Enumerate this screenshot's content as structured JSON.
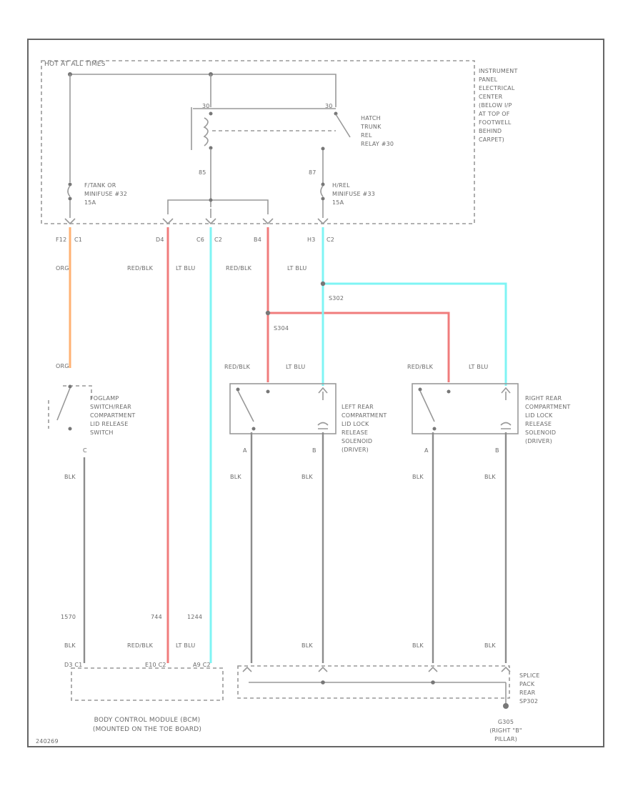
{
  "colors": {
    "orange": "#ffb273",
    "red": "#f07c7c",
    "cyan": "#7ff4f4",
    "gray": "#999999"
  },
  "labels": {
    "hot": "HOT AT ALL TIMES",
    "ipec": [
      "INSTRUMENT",
      "PANEL",
      "ELECTRICAL",
      "CENTER",
      "(BELOW I/P",
      "AT TOP OF",
      "FOOTWELL",
      "BEHIND",
      "CARPET)"
    ],
    "relay_pin_left": "30",
    "relay_pin_right": "30",
    "relay": [
      "HATCH",
      "TRUNK",
      "REL",
      "RELAY #30"
    ],
    "pin_85": "85",
    "pin_87": "87",
    "fuse_left": [
      "F/TANK OR",
      "MINIFUSE #32",
      "15A"
    ],
    "fuse_right": [
      "H/REL",
      "MINIFUSE #33",
      "15A"
    ],
    "conn_f12": "F12",
    "conn_c1": "C1",
    "conn_d4": "D4",
    "conn_c6": "C6",
    "conn_c2a": "C2",
    "conn_b4": "B4",
    "conn_h3": "H3",
    "conn_c2b": "C2",
    "w_org_top": "ORG",
    "w_redblk_1": "RED/BLK",
    "w_ltblu_1": "LT BLU",
    "w_redblk_2": "RED/BLK",
    "w_ltblu_2": "LT BLU",
    "splice_s302": "S302",
    "splice_s304": "S304",
    "w_org_mid": "ORG",
    "w_redblk_3": "RED/BLK",
    "w_ltblu_3": "LT BLU",
    "w_redblk_4": "RED/BLK",
    "w_ltblu_4": "LT BLU",
    "foglamp": [
      "FOGLAMP",
      "SWITCH/REAR",
      "COMPARTMENT",
      "LID RELEASE",
      "SWITCH"
    ],
    "left_sol": [
      "LEFT REAR",
      "COMPARTMENT",
      "LID LOCK",
      "RELEASE",
      "SOLENOID",
      "(DRIVER)"
    ],
    "right_sol": [
      "RIGHT REAR",
      "COMPARTMENT",
      "LID LOCK",
      "RELEASE",
      "SOLENOID",
      "(DRIVER)"
    ],
    "pin_c_fog": "C",
    "pin_a_left": "A",
    "pin_b_left": "B",
    "pin_a_right": "A",
    "pin_b_right": "B",
    "blk_1": "BLK",
    "blk_2": "BLK",
    "blk_3": "BLK",
    "blk_4": "BLK",
    "blk_5": "BLK",
    "circ_1570": "1570",
    "circ_744": "744",
    "circ_1244": "1244",
    "blk_b1": "BLK",
    "redblk_b": "RED/BLK",
    "ltblu_b": "LT BLU",
    "blk_b2": "BLK",
    "blk_b3": "BLK",
    "blk_b4": "BLK",
    "bcm_c1": "D3 C1",
    "bcm_c2": "E10 C2",
    "bcm_c3": "A9 C2",
    "splice": [
      "SPLICE",
      "PACK",
      "REAR",
      "SP302"
    ],
    "bcm": [
      "BODY CONTROL MODULE (BCM)",
      "(MOUNTED ON THE TOE BOARD)"
    ],
    "ground": [
      "G305",
      "(RIGHT \"B\"",
      "PILLAR)"
    ],
    "code": "240269"
  }
}
